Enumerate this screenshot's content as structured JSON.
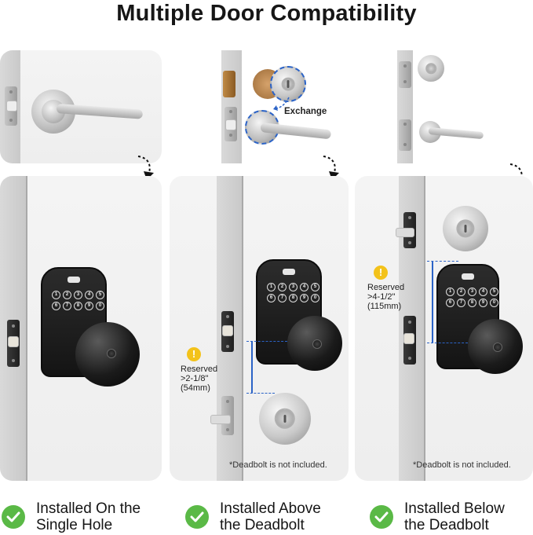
{
  "title": "Multiple Door Compatibility",
  "columns": [
    {
      "label_line1": "Installed On the",
      "label_line2": "Single Hole"
    },
    {
      "exchange_label": "Exchange",
      "reserved_text": "Reserved",
      "reserved_dim": ">2-1/8\"",
      "reserved_mm": "(54mm)",
      "note": "*Deadbolt is not included.",
      "label_line1": "Installed Above",
      "label_line2": "the Deadbolt"
    },
    {
      "reserved_text": "Reserved",
      "reserved_dim": ">4-1/2\"",
      "reserved_mm": "(115mm)",
      "note": "*Deadbolt is not included.",
      "label_line1": "Installed Below",
      "label_line2": "the Deadbolt"
    }
  ],
  "keypad_keys": [
    "1",
    "2",
    "3",
    "4",
    "5",
    "6",
    "7",
    "8",
    "9",
    "0"
  ],
  "colors": {
    "check": "#5ab946",
    "warning": "#f3c21a",
    "dimension": "#2b63c7"
  }
}
